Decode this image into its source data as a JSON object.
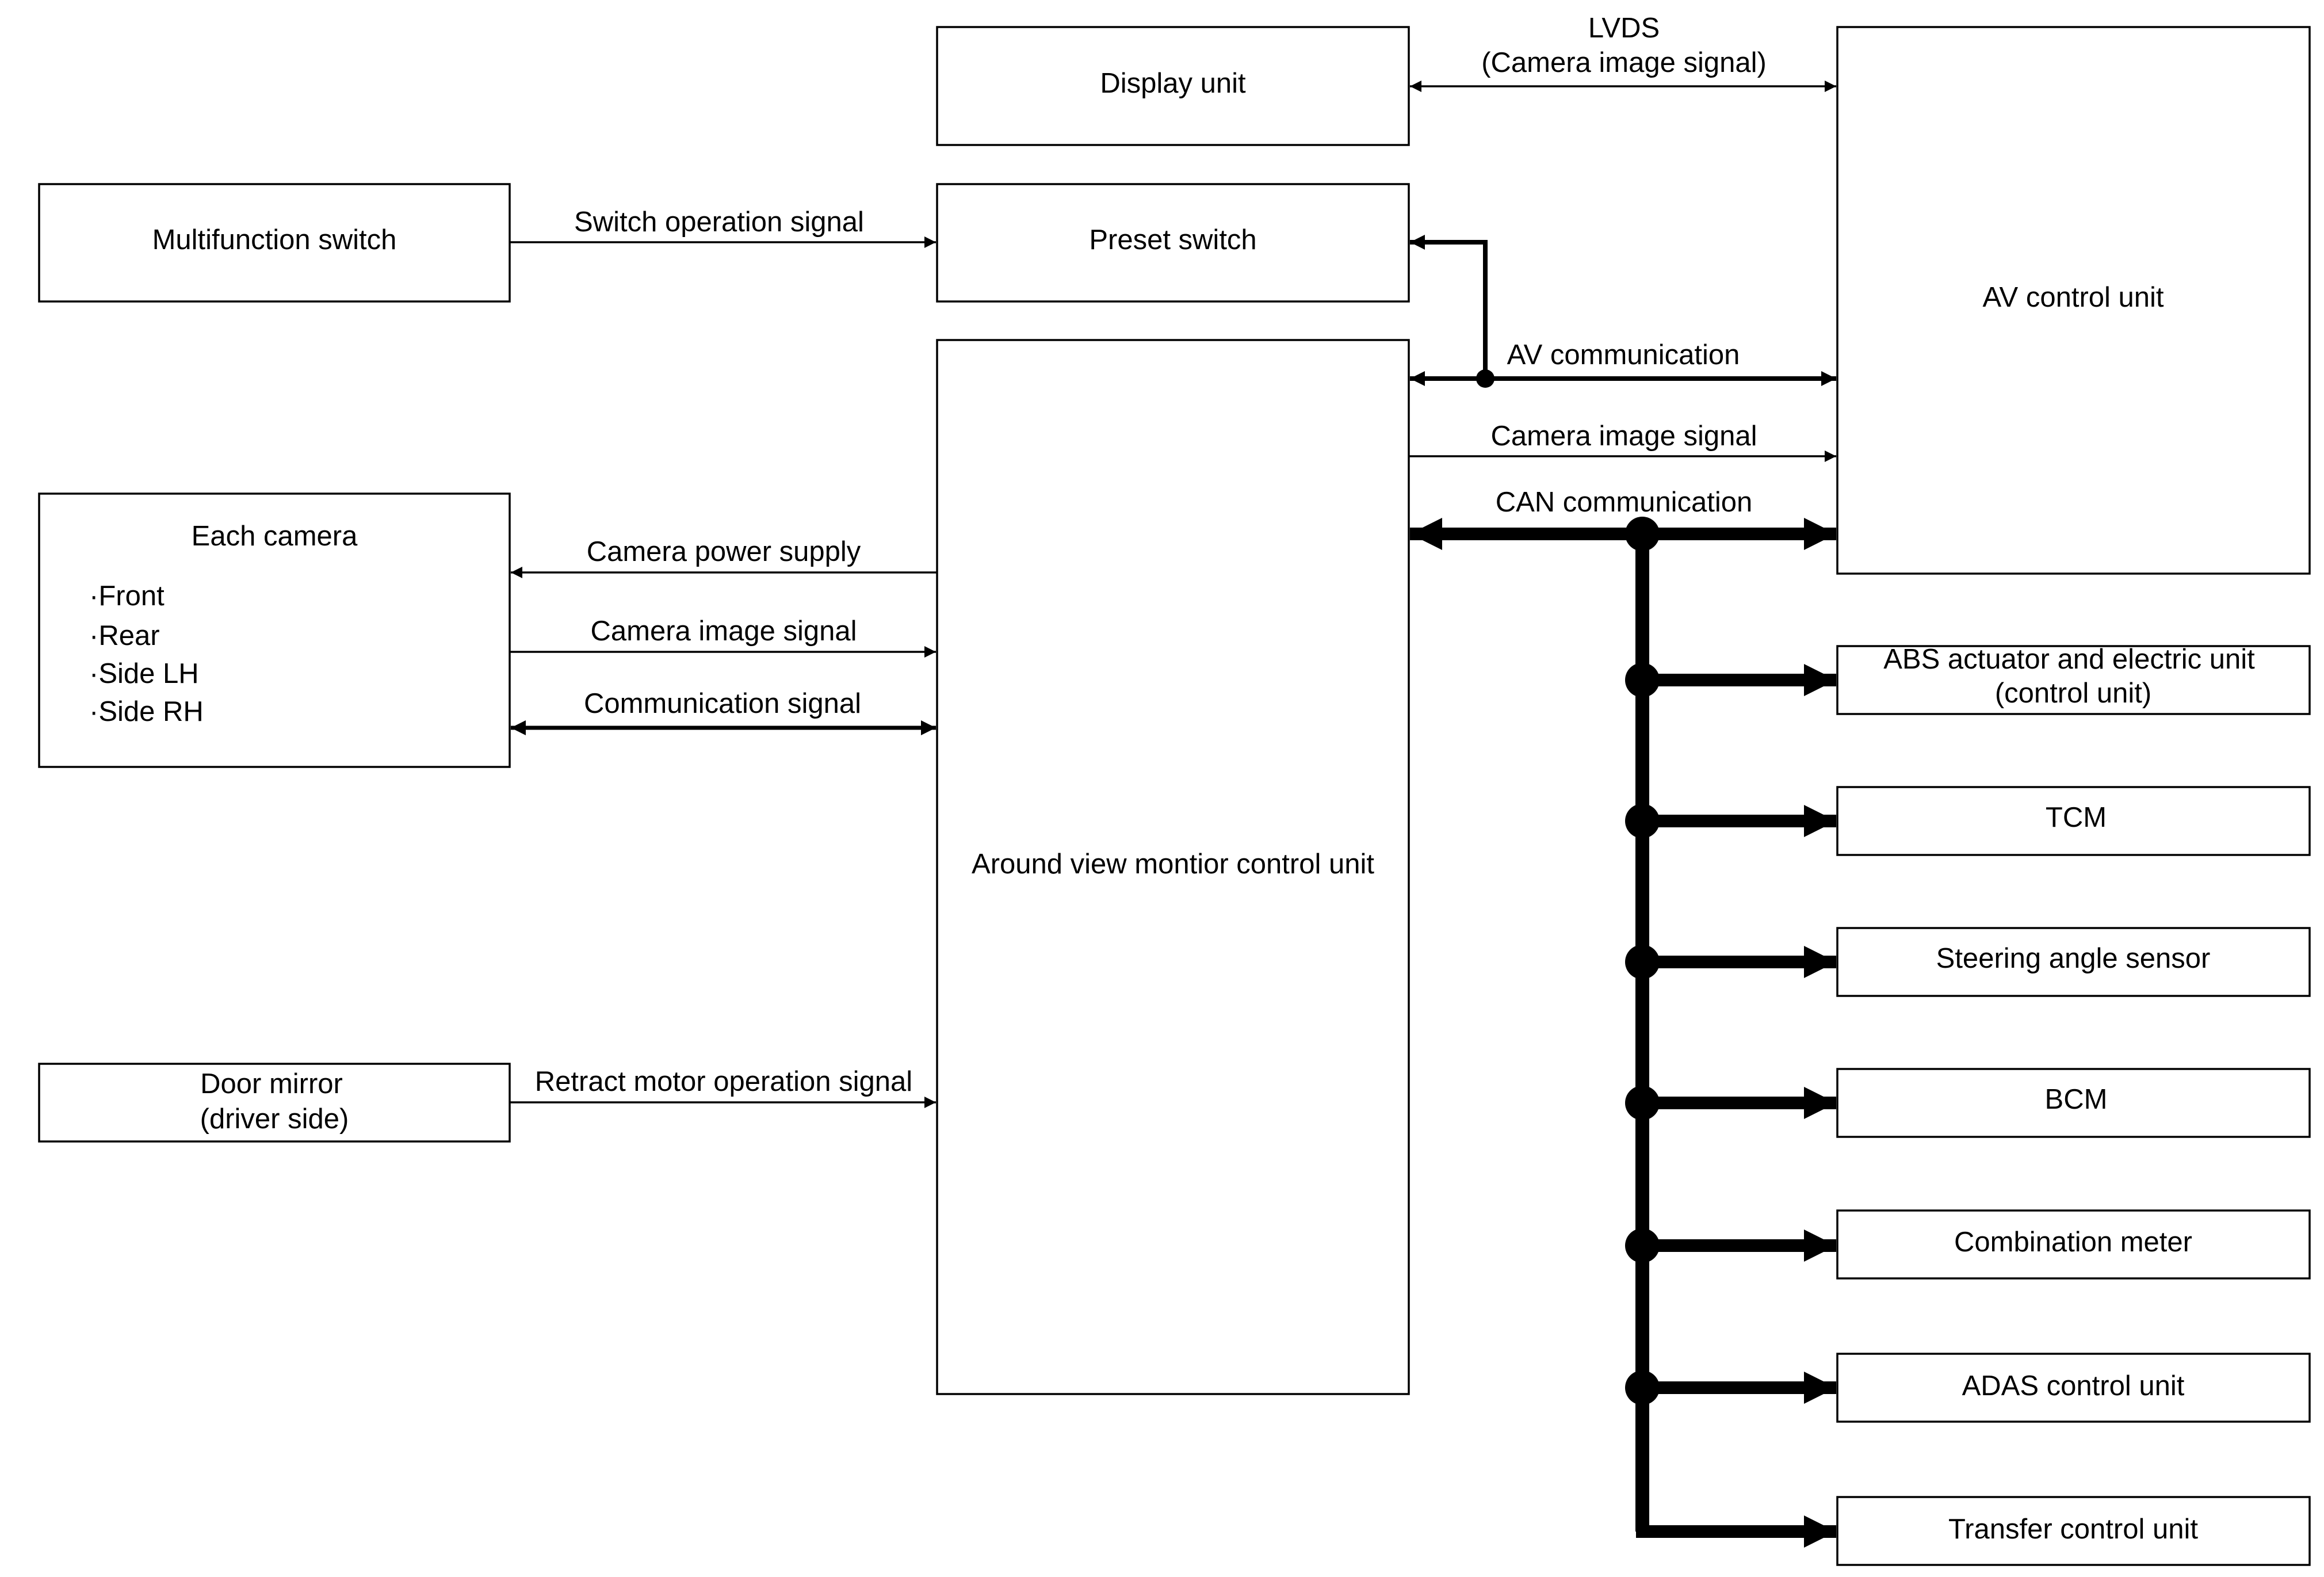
{
  "boxes": {
    "display_unit": "Display unit",
    "multifunction_switch": "Multifunction switch",
    "preset_switch": "Preset switch",
    "av_control_unit": "AV control unit",
    "each_camera": {
      "title": "Each camera",
      "items": [
        "·Front",
        "·Rear",
        "·Side LH",
        "·Side RH"
      ]
    },
    "around_view_control_unit": "Around view montior control unit",
    "door_mirror": [
      "Door mirror",
      "(driver side)"
    ],
    "abs_unit": [
      "ABS actuator and electric unit",
      "(control unit)"
    ],
    "tcm": "TCM",
    "steering_angle_sensor": "Steering angle sensor",
    "bcm": "BCM",
    "combination_meter": "Combination meter",
    "adas_control_unit": "ADAS control unit",
    "transfer_control_unit": "Transfer control unit"
  },
  "signals": {
    "lvds": [
      "LVDS",
      "(Camera image signal)"
    ],
    "switch_operation": "Switch operation signal",
    "av_communication": "AV communication",
    "camera_image_to_av": "Camera image signal",
    "can_communication": "CAN communication",
    "camera_power_supply": "Camera power supply",
    "camera_image_from_camera": "Camera image signal",
    "communication_signal": "Communication signal",
    "retract_motor": "Retract motor operation signal"
  }
}
